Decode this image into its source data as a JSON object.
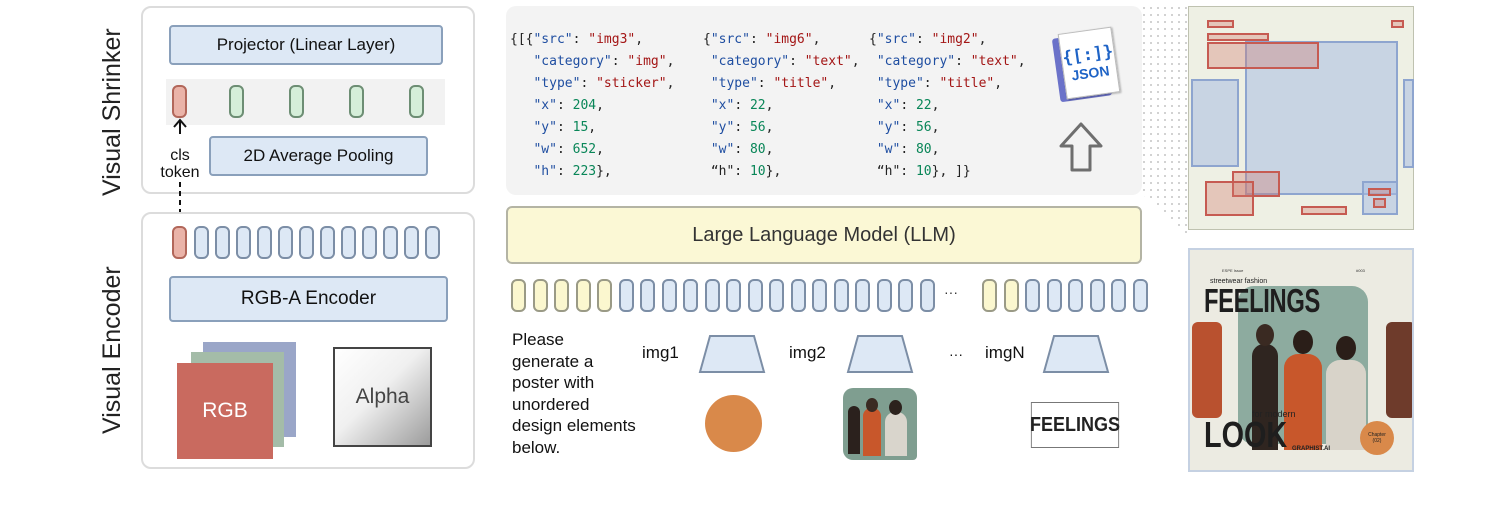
{
  "shrinker": {
    "side_label": "Visual Shrinker",
    "projector_label": "Projector (Linear Layer)",
    "pooling_label": "2D Average Pooling",
    "cls_line1": "cls",
    "cls_line2": "token"
  },
  "encoder": {
    "side_label": "Visual Encoder",
    "encoder_label": "RGB-A Encoder",
    "rgb_label": "RGB",
    "alpha_label": "Alpha"
  },
  "json_panel": {
    "col1": [
      "{[{\"src\": \"img3\",",
      "   \"category\": \"img\",",
      "   \"type\": \"sticker\",",
      "   \"x\": 204,",
      "   \"y\": 15,",
      "   \"w\": 652,",
      "   \"h\": 223},"
    ],
    "col2": [
      "{\"src\": \"img6\",",
      " \"category\": \"text\",",
      " \"type\": \"title\",",
      " \"x\": 22,",
      " \"y\": 56,",
      " \"w\": 80,",
      " “h\": 10},"
    ],
    "col3": [
      "{\"src\": \"img2\",",
      " \"category\": \"text\",",
      " \"type\": \"title\",",
      " \"x\": 22,",
      " \"y\": 56,",
      " \"w\": 80,",
      " “h\": 10}, ]}"
    ],
    "json_icon_label": "JSON",
    "json_icon_glyph": "{[:]}"
  },
  "llm": {
    "label": "Large Language Model (LLM)"
  },
  "tokens": {
    "ellipsis": "···"
  },
  "prompt": {
    "lines": [
      "Please",
      "generate a",
      "poster with",
      "unordered",
      "design elements",
      "below."
    ]
  },
  "images": {
    "img1": "img1",
    "img2": "img2",
    "ellipsis": "···",
    "imgN": "imgN",
    "feelings_sticker": "FEELINGS"
  },
  "poster": {
    "small_left": "ESPE  Issue",
    "small_right": "#003",
    "tagline": "streetwear fashion",
    "headline": "FEELINGS",
    "subline": "for modern",
    "headline2": "LOOK",
    "badge_line1": "Chapter",
    "badge_line2": "(02)",
    "brand": "GRAPHIST.AI"
  },
  "colors": {
    "token_blue": "#dde8f5",
    "token_yellow": "#fbf7cf",
    "token_red": "#eab3a8",
    "token_green": "#d5eed9",
    "llm_fill": "#fbf8d5",
    "rgb_red": "#c96a5f",
    "orange_circle": "#d9894a"
  }
}
